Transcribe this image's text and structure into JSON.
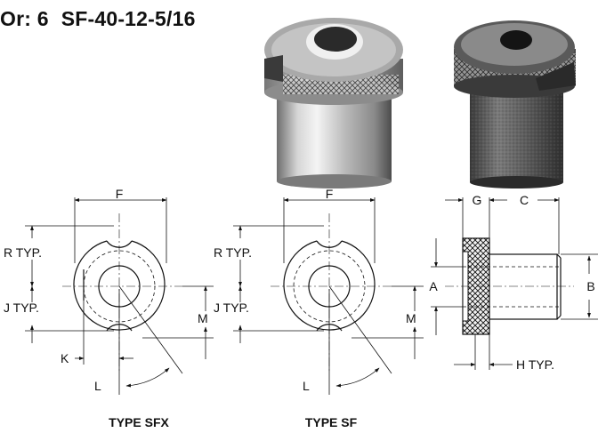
{
  "header": {
    "order_label": "Or: 6",
    "part_number": "SF-40-12-5/16"
  },
  "sfx_view": {
    "caption": "TYPE SFX",
    "labels": {
      "f": "F",
      "r": "R TYP.",
      "j": "J TYP.",
      "m": "M",
      "k": "K",
      "l": "L"
    }
  },
  "sf_view": {
    "caption": "TYPE SF",
    "labels": {
      "f": "F",
      "r": "R TYP.",
      "j": "J TYP.",
      "m": "M",
      "l": "L"
    }
  },
  "side_view": {
    "labels": {
      "g": "G",
      "c": "C",
      "a": "A",
      "b": "B",
      "h": "H TYP."
    }
  }
}
